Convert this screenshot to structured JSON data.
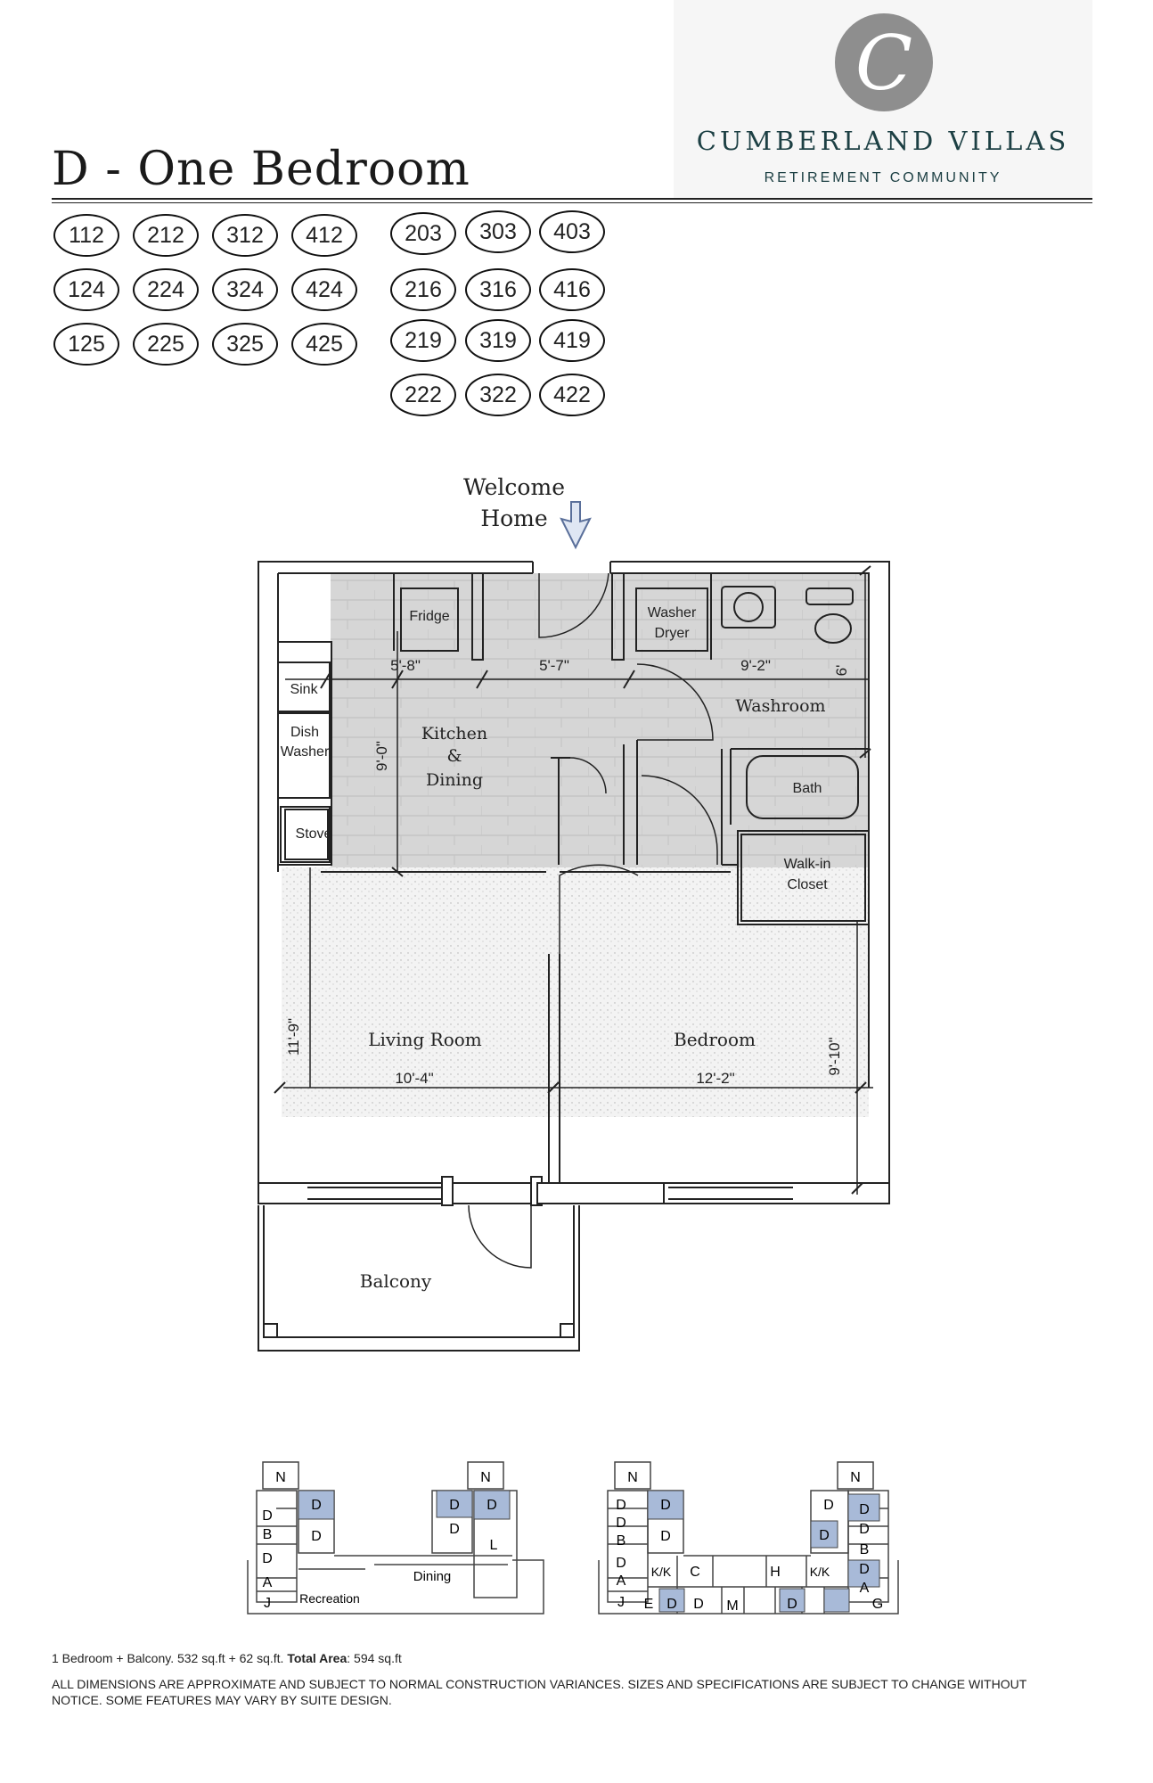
{
  "brand": {
    "logo_letter": "C",
    "name": "CUMBERLAND VILLAS",
    "tagline": "RETIREMENT COMMUNITY",
    "color": "#1d4044",
    "logo_color": "#8e8e8e"
  },
  "title": "D - One Bedroom",
  "units": [
    [
      "112",
      "212",
      "312",
      "412"
    ],
    [
      "124",
      "224",
      "324",
      "424"
    ],
    [
      "125",
      "225",
      "325",
      "425"
    ],
    [
      "203",
      "303",
      "403"
    ],
    [
      "216",
      "316",
      "416"
    ],
    [
      "219",
      "319",
      "419"
    ],
    [
      "222",
      "322",
      "422"
    ]
  ],
  "entry": {
    "line1": "Welcome",
    "line2": "Home"
  },
  "rooms": {
    "fridge": "Fridge",
    "washer": "Washer",
    "dryer": "Dryer",
    "sink": "Sink",
    "dish": "Dish",
    "washer2": "Washer",
    "stove": "Stove",
    "kitchen": "Kitchen",
    "amp": "&",
    "dining": "Dining",
    "washroom": "Washroom",
    "bath": "Bath",
    "walkin": "Walk-in",
    "closet": "Closet",
    "living": "Living Room",
    "bedroom": "Bedroom",
    "balcony": "Balcony"
  },
  "dims": {
    "d1": "5'-8\"",
    "d2": "5'-7\"",
    "d3": "9'-2\"",
    "d4": "6'",
    "d5": "9'-0\"",
    "d6": "11'-9\"",
    "d7": "10'-4\"",
    "d8": "12'-2\"",
    "d9": "9'-10\""
  },
  "keyplan": {
    "highlight_color": "#a8bad8",
    "left_labels": {
      "n1": "N",
      "n2": "N",
      "d1": "D",
      "d2": "D",
      "d3": "D",
      "d4": "D",
      "d5": "D",
      "d6": "D",
      "d7": "D",
      "b": "B",
      "a": "A",
      "j": "J",
      "l": "L",
      "recreation": "Recreation",
      "dining": "Dining"
    },
    "right_labels": {
      "n1": "N",
      "n2": "N",
      "d1": "D",
      "d2": "D",
      "d3": "D",
      "d4": "D",
      "d5": "D",
      "d6": "D",
      "d7": "D",
      "d8": "D",
      "d9": "D",
      "d10": "D",
      "d11": "D",
      "d12": "D",
      "d13": "D",
      "b1": "B",
      "b2": "B",
      "a1": "A",
      "a2": "A",
      "j": "J",
      "g": "G",
      "e": "E",
      "m": "M",
      "kk1": "K/K",
      "kk2": "K/K",
      "c": "C",
      "h": "H"
    }
  },
  "footer": {
    "area_prefix": "1 Bedroom + Balcony. 532 sq.ft + 62 sq.ft. ",
    "area_label": "Total Area",
    "area_value": ": 594 sq.ft",
    "disclaimer": "ALL DIMENSIONS ARE APPROXIMATE AND SUBJECT TO NORMAL CONSTRUCTION VARIANCES. SIZES AND SPECIFICATIONS ARE SUBJECT TO CHANGE WITHOUT NOTICE. SOME FEATURES MAY VARY BY SUITE DESIGN."
  }
}
